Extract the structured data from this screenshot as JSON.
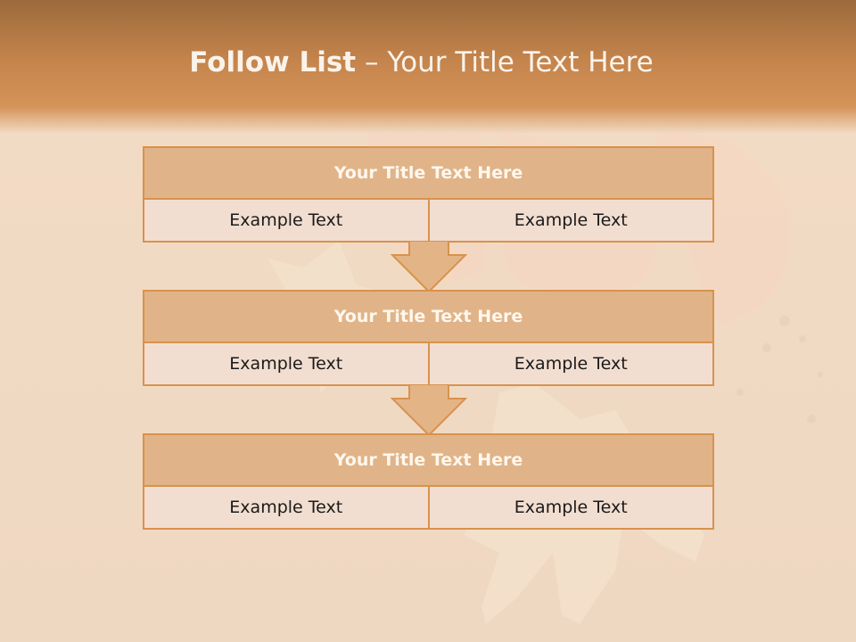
{
  "slide": {
    "title_bold": "Follow List",
    "title_rest": " – Your Title Text Here",
    "blocks": [
      {
        "heading": "Your Title Text Here",
        "left": "Example Text",
        "right": "Example Text"
      },
      {
        "heading": "Your Title Text Here",
        "left": "Example Text",
        "right": "Example Text"
      },
      {
        "heading": "Your Title Text Here",
        "left": "Example Text",
        "right": "Example Text"
      }
    ]
  },
  "colors": {
    "header": "#c4844c",
    "box_border": "#d8924c",
    "box_heading_fill": "#e0b488",
    "box_body_fill": "#f2ded0",
    "arrow_fill": "#e3b486"
  }
}
